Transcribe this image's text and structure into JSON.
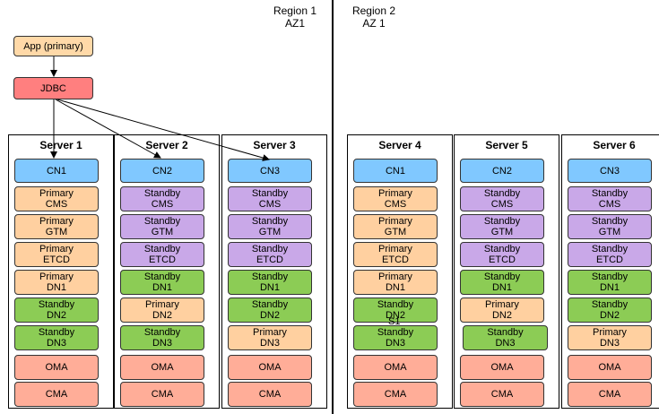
{
  "regions": [
    {
      "name": "Region 1",
      "az": "AZ1"
    },
    {
      "name": "Region 2",
      "az": "AZ 1"
    }
  ],
  "app": {
    "label": "App (primary)",
    "color": "#ffd9a8"
  },
  "jdbc": {
    "label": "JDBC",
    "color": "#ff7f7f"
  },
  "colors": {
    "cn": "#80c8ff",
    "primary": "#ffd0a0",
    "standby_meta": "#c9a8e8",
    "standby_dn": "#8ccc55",
    "oma": "#ffad98",
    "cma": "#ffad98"
  },
  "overlay_text": "S1",
  "servers": [
    {
      "title": "Server 1",
      "components": [
        {
          "lines": [
            "CN1"
          ],
          "kind": "cn"
        },
        {
          "lines": [
            "Primary",
            "CMS"
          ],
          "kind": "primary"
        },
        {
          "lines": [
            "Primary",
            "GTM"
          ],
          "kind": "primary"
        },
        {
          "lines": [
            "Primary",
            "ETCD"
          ],
          "kind": "primary"
        },
        {
          "lines": [
            "Primary",
            "DN1"
          ],
          "kind": "primary"
        },
        {
          "lines": [
            "Standby",
            "DN2"
          ],
          "kind": "standby_dn"
        },
        {
          "lines": [
            "Standby",
            "DN3"
          ],
          "kind": "standby_dn"
        },
        {
          "lines": [
            "OMA"
          ],
          "kind": "oma"
        },
        {
          "lines": [
            "CMA"
          ],
          "kind": "cma"
        }
      ]
    },
    {
      "title": "Server 2",
      "components": [
        {
          "lines": [
            "CN2"
          ],
          "kind": "cn"
        },
        {
          "lines": [
            "Standby",
            "CMS"
          ],
          "kind": "standby_meta"
        },
        {
          "lines": [
            "Standby",
            "GTM"
          ],
          "kind": "standby_meta"
        },
        {
          "lines": [
            "Standby",
            "ETCD"
          ],
          "kind": "standby_meta"
        },
        {
          "lines": [
            "Standby",
            "DN1"
          ],
          "kind": "standby_dn"
        },
        {
          "lines": [
            "Primary",
            "DN2"
          ],
          "kind": "primary"
        },
        {
          "lines": [
            "Standby",
            "DN3"
          ],
          "kind": "standby_dn"
        },
        {
          "lines": [
            "OMA"
          ],
          "kind": "oma"
        },
        {
          "lines": [
            "CMA"
          ],
          "kind": "cma"
        }
      ]
    },
    {
      "title": "Server 3",
      "components": [
        {
          "lines": [
            "CN3"
          ],
          "kind": "cn"
        },
        {
          "lines": [
            "Standby",
            "CMS"
          ],
          "kind": "standby_meta"
        },
        {
          "lines": [
            "Standby",
            "GTM"
          ],
          "kind": "standby_meta"
        },
        {
          "lines": [
            "Standby",
            "ETCD"
          ],
          "kind": "standby_meta"
        },
        {
          "lines": [
            "Standby",
            "DN1"
          ],
          "kind": "standby_dn"
        },
        {
          "lines": [
            "Standby",
            "DN2"
          ],
          "kind": "standby_dn"
        },
        {
          "lines": [
            "Primary",
            "DN3"
          ],
          "kind": "primary"
        },
        {
          "lines": [
            "OMA"
          ],
          "kind": "oma"
        },
        {
          "lines": [
            "CMA"
          ],
          "kind": "cma"
        }
      ]
    },
    {
      "title": "Server 4",
      "components": [
        {
          "lines": [
            "CN1"
          ],
          "kind": "cn"
        },
        {
          "lines": [
            "Primary",
            "CMS"
          ],
          "kind": "primary"
        },
        {
          "lines": [
            "Primary",
            "GTM"
          ],
          "kind": "primary"
        },
        {
          "lines": [
            "Primary",
            "ETCD"
          ],
          "kind": "primary"
        },
        {
          "lines": [
            "Primary",
            "DN1"
          ],
          "kind": "primary"
        },
        {
          "lines": [
            "Standby",
            "DN2"
          ],
          "kind": "standby_dn"
        },
        {
          "lines": [
            "Standby",
            "DN3"
          ],
          "kind": "standby_dn"
        },
        {
          "lines": [
            "OMA"
          ],
          "kind": "oma"
        },
        {
          "lines": [
            "CMA"
          ],
          "kind": "cma"
        }
      ]
    },
    {
      "title": "Server 5",
      "components": [
        {
          "lines": [
            "CN2"
          ],
          "kind": "cn"
        },
        {
          "lines": [
            "Standby",
            "CMS"
          ],
          "kind": "standby_meta"
        },
        {
          "lines": [
            "Standby",
            "GTM"
          ],
          "kind": "standby_meta"
        },
        {
          "lines": [
            "Standby",
            "ETCD"
          ],
          "kind": "standby_meta"
        },
        {
          "lines": [
            "Standby",
            "DN1"
          ],
          "kind": "standby_dn"
        },
        {
          "lines": [
            "Primary",
            "DN2"
          ],
          "kind": "primary"
        },
        {
          "lines": [
            "Standby",
            "DN3"
          ],
          "kind": "standby_dn"
        },
        {
          "lines": [
            "OMA"
          ],
          "kind": "oma"
        },
        {
          "lines": [
            "CMA"
          ],
          "kind": "cma"
        }
      ]
    },
    {
      "title": "Server 6",
      "components": [
        {
          "lines": [
            "CN3"
          ],
          "kind": "cn"
        },
        {
          "lines": [
            "Standby",
            "CMS"
          ],
          "kind": "standby_meta"
        },
        {
          "lines": [
            "Standby",
            "GTM"
          ],
          "kind": "standby_meta"
        },
        {
          "lines": [
            "Standby",
            "ETCD"
          ],
          "kind": "standby_meta"
        },
        {
          "lines": [
            "Standby",
            "DN1"
          ],
          "kind": "standby_dn"
        },
        {
          "lines": [
            "Standby",
            "DN2"
          ],
          "kind": "standby_dn"
        },
        {
          "lines": [
            "Primary",
            "DN3"
          ],
          "kind": "primary"
        },
        {
          "lines": [
            "OMA"
          ],
          "kind": "oma"
        },
        {
          "lines": [
            "CMA"
          ],
          "kind": "cma"
        }
      ]
    }
  ]
}
